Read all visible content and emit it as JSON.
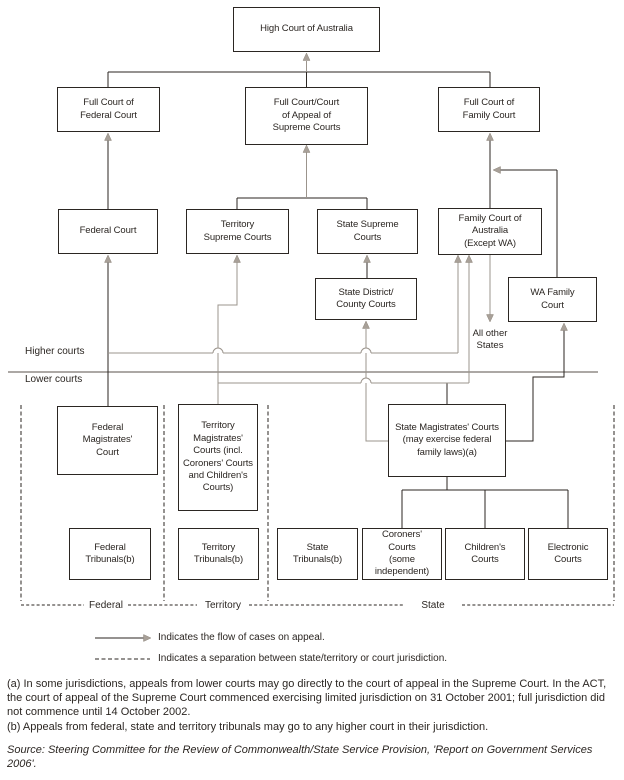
{
  "figure": {
    "boxes": {
      "high_court": "High Court of Australia",
      "full_federal": "Full Court of\nFederal Court",
      "full_supreme": "Full Court/Court\nof Appeal of\nSupreme Courts",
      "full_family": "Full Court of\nFamily Court",
      "federal_court": "Federal Court",
      "territory_supreme": "Territory\nSupreme Courts",
      "state_supreme": "State Supreme\nCourts",
      "family_court_aus": "Family Court of\nAustralia\n(Except WA)",
      "state_district": "State District/\nCounty Courts",
      "wa_family": "WA Family\nCourt",
      "federal_magistrates": "Federal\nMagistrates'\nCourt",
      "territory_magistrates": "Territory\nMagistrates'\nCourts (incl.\nCoroners' Courts\nand Children's\nCourts)",
      "state_magistrates": "State Magistrates' Courts\n(may exercise federal\nfamily laws)(a)",
      "federal_tribunals": "Federal\nTribunals(b)",
      "territory_tribunals": "Territory\nTribunals(b)",
      "state_tribunals": "State\nTribunals(b)",
      "coroners_courts": "Coroners'\nCourts\n(some\nindependent)",
      "childrens_courts": "Children's\nCourts",
      "electronic_courts": "Electronic\nCourts"
    },
    "labels": {
      "higher_courts": "Higher courts",
      "lower_courts": "Lower courts",
      "all_other_states": "All other\nStates",
      "federal": "Federal",
      "territory": "Territory",
      "state": "State"
    },
    "legend": {
      "appeal_flow": "Indicates the flow of cases on appeal.",
      "separation": "Indicates a separation between state/territory or court jurisdiction."
    },
    "footnotes": {
      "a": "(a) In some jurisdictions, appeals from lower courts may go directly to the court of appeal in the Supreme Court. In the ACT,\nthe court of appeal of the Supreme Court commenced exercising limited jurisdiction on 31 October 2001; full jurisdiction did\nnot commence until 14 October 2002.",
      "b": "(b) Appeals from federal, state and territory tribunals may go to any higher court in their jurisdiction."
    },
    "source": "Source: Steering Committee for the Review of Commonwealth/State Service Provision, 'Report on Government Services\n2006'.",
    "colors": {
      "line": "#2b2622",
      "flow_line": "#9b948c",
      "arrowhead": "#a8a098",
      "divider": "#908c87"
    }
  }
}
